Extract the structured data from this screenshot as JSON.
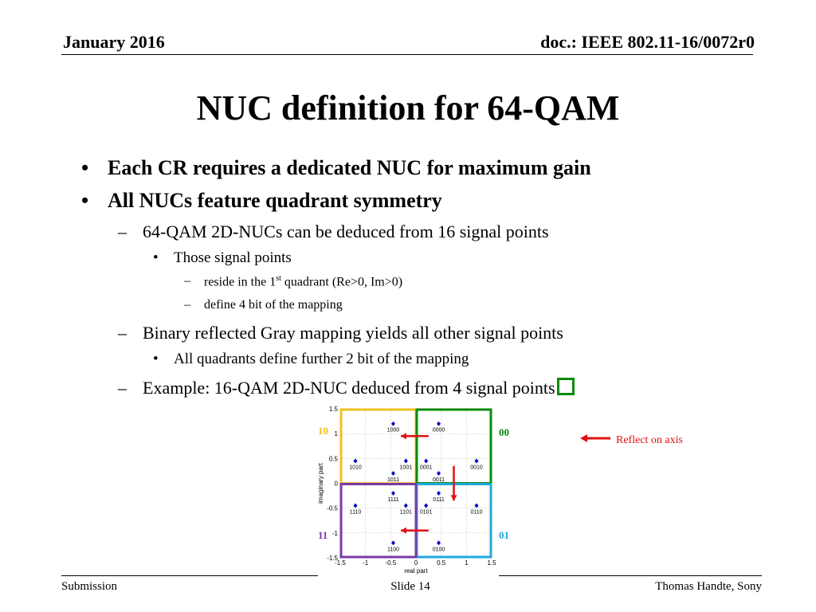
{
  "header": {
    "date": "January 2016",
    "doc": "doc.: IEEE 802.11-16/0072r0"
  },
  "title": "NUC definition for 64-QAM",
  "bullets": {
    "b1": "Each CR requires a dedicated NUC for maximum gain",
    "b2": "All NUCs feature quadrant symmetry",
    "b2_1": "64-QAM 2D-NUCs can be deduced from 16 signal points",
    "b2_1_1": "Those signal points",
    "b2_1_1_1_pre": "reside in the 1",
    "b2_1_1_1_sup": "st",
    "b2_1_1_1_post": " quadrant (Re>0, Im>0)",
    "b2_1_1_2": "define 4 bit of the mapping",
    "b2_2": "Binary reflected Gray mapping yields all other signal points",
    "b2_2_1": "All quadrants define further 2 bit of the mapping",
    "b2_3": "Example: 16-QAM 2D-NUC deduced from 4 signal points",
    "markers": {
      "l1": "•",
      "l2": "–",
      "l3": "•",
      "l4": "–"
    }
  },
  "legend": {
    "reflect": "Reflect on axis"
  },
  "plot": {
    "xlabel": "real part",
    "ylabel": "imaginary part",
    "xticks": [
      "-1.5",
      "-1",
      "-0.5",
      "0",
      "0.5",
      "1",
      "1.5"
    ],
    "yticks": [
      "1.5",
      "1",
      "0.5",
      "0",
      "-0.5",
      "-1",
      "-1.5"
    ],
    "quadrant_labels": {
      "q2": "10",
      "q1": "00",
      "q3": "11",
      "q4": "01"
    },
    "colors": {
      "q1": "#0a8a0a",
      "q2": "#f0c020",
      "q3": "#7a3aa8",
      "q4": "#20a8e0",
      "arrow": "#e01010",
      "point": "#0000cc"
    },
    "points": [
      {
        "label": "1000",
        "re": -0.45,
        "im": 1.2
      },
      {
        "label": "0000",
        "re": 0.45,
        "im": 1.2
      },
      {
        "label": "1010",
        "re": -1.2,
        "im": 0.45
      },
      {
        "label": "1001",
        "re": -0.2,
        "im": 0.45
      },
      {
        "label": "0001",
        "re": 0.2,
        "im": 0.45
      },
      {
        "label": "0010",
        "re": 1.2,
        "im": 0.45
      },
      {
        "label": "1011",
        "re": -0.45,
        "im": 0.2
      },
      {
        "label": "0011",
        "re": 0.45,
        "im": 0.2
      },
      {
        "label": "1111",
        "re": -0.45,
        "im": -0.2
      },
      {
        "label": "0111",
        "re": 0.45,
        "im": -0.2
      },
      {
        "label": "1110",
        "re": -1.2,
        "im": -0.45
      },
      {
        "label": "1101",
        "re": -0.2,
        "im": -0.45
      },
      {
        "label": "0101",
        "re": 0.2,
        "im": -0.45
      },
      {
        "label": "0110",
        "re": 1.2,
        "im": -0.45
      },
      {
        "label": "1100",
        "re": -0.45,
        "im": -1.2
      },
      {
        "label": "0100",
        "re": 0.45,
        "im": -1.2
      }
    ]
  },
  "footer": {
    "left": "Submission",
    "center": "Slide 14",
    "right": "Thomas Handte, Sony"
  }
}
